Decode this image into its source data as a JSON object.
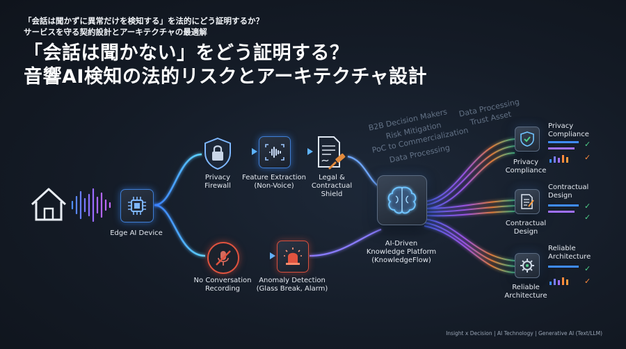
{
  "header": {
    "subtitle_line1": "「会話は聞かずに異常だけを検知する」を法的にどう証明するか？",
    "subtitle_line2": "サービスを守る契約設計とアーキテクチャの最適解",
    "title_line1": "「会話は聞かない」をどう証明する？",
    "title_line2": "音響AI検知の法的リスクとアーキテクチャ設計"
  },
  "nodes": {
    "edge_device": "Edge AI Device",
    "privacy_firewall_1": "Privacy",
    "privacy_firewall_2": "Firewall",
    "feature_extraction_1": "Feature Extraction",
    "feature_extraction_2": "(Non-Voice)",
    "legal_shield_1": "Legal &",
    "legal_shield_2": "Contractual",
    "legal_shield_3": "Shield",
    "no_recording_1": "No Conversation",
    "no_recording_2": "Recording",
    "anomaly_1": "Anomaly Detection",
    "anomaly_2": "(Glass Break, Alarm)",
    "platform_1": "AI-Driven",
    "platform_2": "Knowledge Platform",
    "platform_3": "(KnowledgeFlow)"
  },
  "floating_terms": [
    "B2B Decision Makers",
    "Risk Mitigation",
    "PoC to Commercialization",
    "Data Processing",
    "Data Processing",
    "Trust Asset"
  ],
  "outputs": [
    {
      "cube_line1": "Privacy",
      "cube_line2": "Compliance",
      "card_line1": "Privacy",
      "card_line2": "Compliance"
    },
    {
      "cube_line1": "Contractual",
      "cube_line2": "Design",
      "card_line1": "Contractual",
      "card_line2": "Design"
    },
    {
      "cube_line1": "Reliable",
      "cube_line2": "Architecture",
      "card_line1": "Reliable",
      "card_line2": "Architecture"
    }
  ],
  "footer": "Insight x Decision | AI Technology | Generative AI (Text/LLM)",
  "colors": {
    "blue": "#3f8cff",
    "cyan": "#39d0ff",
    "red": "#e0533f",
    "orange": "#ff9a3c",
    "green": "#4fd08a",
    "purple": "#a070ff"
  },
  "icons": [
    "house-icon",
    "waveform-icon",
    "chip-icon",
    "lock-shield-icon",
    "voice-wave-icon",
    "document-gavel-icon",
    "no-microphone-icon",
    "alarm-light-icon",
    "brain-icon",
    "check-shield-icon",
    "document-pen-icon",
    "gear-icon",
    "check-icon"
  ]
}
